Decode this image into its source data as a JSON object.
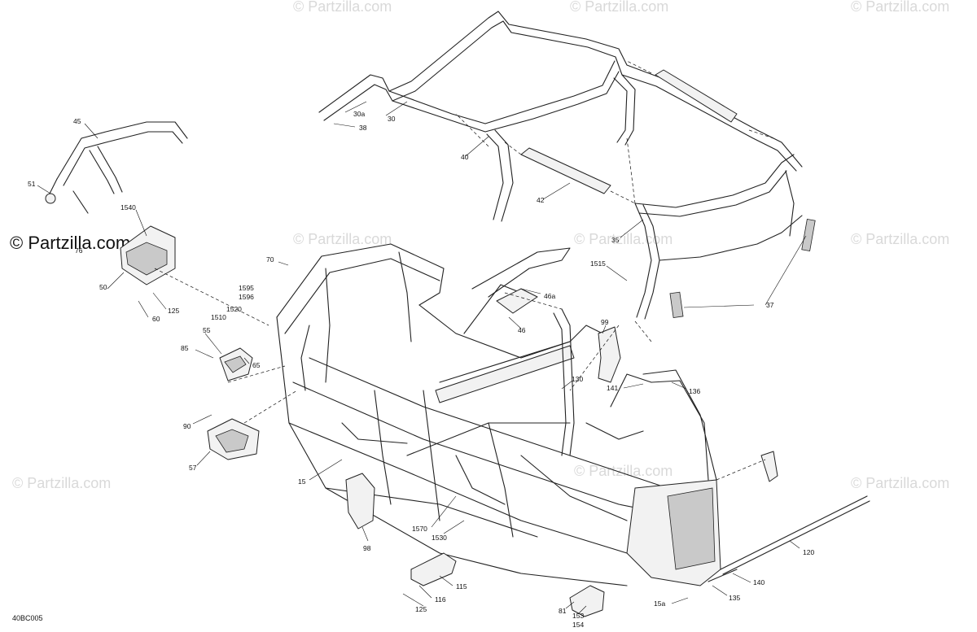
{
  "watermark": {
    "brand": "© Partzilla.com",
    "repeat_text": "© Partzilla.com"
  },
  "figure_code": "40BC005",
  "labels": [
    {
      "id": "p45",
      "text": "45"
    },
    {
      "id": "p51",
      "text": "51"
    },
    {
      "id": "p1540",
      "text": "1540"
    },
    {
      "id": "p76",
      "text": "76"
    },
    {
      "id": "p50",
      "text": "50"
    },
    {
      "id": "p125a",
      "text": "125"
    },
    {
      "id": "p60",
      "text": "60"
    },
    {
      "id": "p70",
      "text": "70"
    },
    {
      "id": "p1595",
      "text": "1595"
    },
    {
      "id": "p1596",
      "text": "1596"
    },
    {
      "id": "p1510",
      "text": "1510"
    },
    {
      "id": "p1520",
      "text": "1520"
    },
    {
      "id": "p55",
      "text": "55"
    },
    {
      "id": "p85",
      "text": "85"
    },
    {
      "id": "p65",
      "text": "65"
    },
    {
      "id": "p90",
      "text": "90"
    },
    {
      "id": "p57",
      "text": "57"
    },
    {
      "id": "p15",
      "text": "15"
    },
    {
      "id": "p98",
      "text": "98"
    },
    {
      "id": "p1570",
      "text": "1570"
    },
    {
      "id": "p1530",
      "text": "1530"
    },
    {
      "id": "p115",
      "text": "115"
    },
    {
      "id": "p116",
      "text": "116"
    },
    {
      "id": "p125b",
      "text": "125"
    },
    {
      "id": "p81",
      "text": "81"
    },
    {
      "id": "p153",
      "text": "153"
    },
    {
      "id": "p154",
      "text": "154"
    },
    {
      "id": "p15a",
      "text": "15a"
    },
    {
      "id": "p135",
      "text": "135"
    },
    {
      "id": "p140",
      "text": "140"
    },
    {
      "id": "p120",
      "text": "120"
    },
    {
      "id": "p136",
      "text": "136"
    },
    {
      "id": "p141",
      "text": "141"
    },
    {
      "id": "p130",
      "text": "130"
    },
    {
      "id": "p99",
      "text": "99"
    },
    {
      "id": "p46",
      "text": "46"
    },
    {
      "id": "p46a",
      "text": "46a"
    },
    {
      "id": "p1515",
      "text": "1515"
    },
    {
      "id": "p37",
      "text": "37"
    },
    {
      "id": "p35",
      "text": "35"
    },
    {
      "id": "p42",
      "text": "42"
    },
    {
      "id": "p40",
      "text": "40"
    },
    {
      "id": "p30a",
      "text": "30a"
    },
    {
      "id": "p30",
      "text": "30"
    },
    {
      "id": "p38",
      "text": "38"
    }
  ]
}
